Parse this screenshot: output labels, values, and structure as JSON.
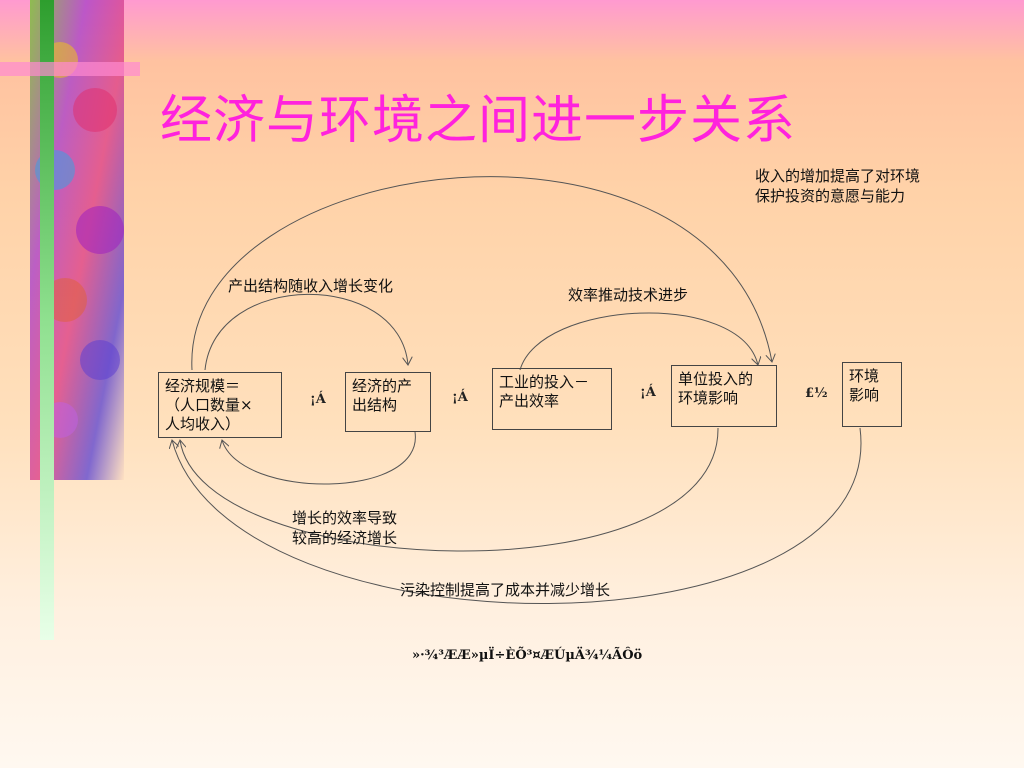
{
  "title": "经济与环境之间进一步关系",
  "boxes": {
    "scale": "经济规模＝\n（人口数量×\n人均收入）",
    "structure": "经济的产\n出结构",
    "efficiency": "工业的投入－\n产出效率",
    "unit_impact": "单位投入的\n环境影响",
    "env_impact": "环境\n影响"
  },
  "connectors": {
    "a1": "¡Á",
    "a2": "¡Á",
    "a3": "¡Á",
    "a4": "£½"
  },
  "labels": {
    "income_capacity": "收入的增加提高了对环境\n保护投资的意愿与能力",
    "structure_change": "产出结构随收入增长变化",
    "tech_progress": "效率推动技术进步",
    "growth_efficiency": "增长的效率导致\n较高的经济增长",
    "pollution_cost": "污染控制提高了成本并减少增长"
  },
  "footer": "»·¾³ÆÆ»µÏ÷ÈÕ³¤ÆÚµÄ¾­¼ÃÔö",
  "colors": {
    "title": "#ff22dd",
    "line": "#555555"
  }
}
